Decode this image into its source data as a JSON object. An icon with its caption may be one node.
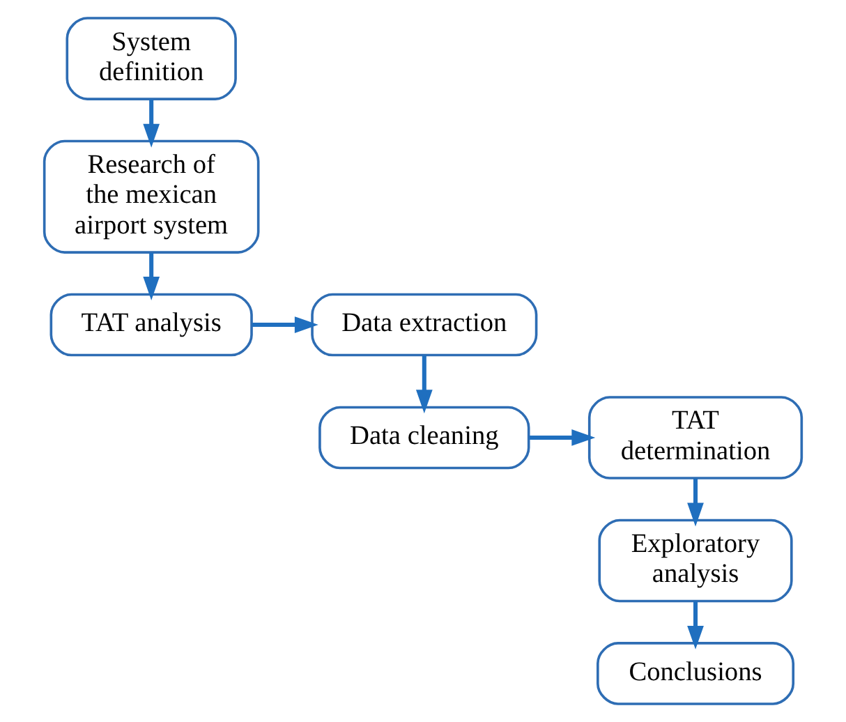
{
  "diagram": {
    "nodes": [
      {
        "text": [
          "System definition"
        ]
      },
      {
        "text": [
          "Research of the mexican airport system"
        ]
      },
      {
        "text": [
          "TAT analysis"
        ]
      },
      {
        "text": [
          "Data extraction"
        ]
      },
      {
        "text": [
          "Data cleaning"
        ]
      },
      {
        "text": [
          "TAT determination"
        ]
      },
      {
        "text": [
          "Exploratory analysis"
        ]
      },
      {
        "text": [
          "Conclusions"
        ]
      }
    ],
    "edges": [
      {
        "from": 0,
        "to": 1,
        "arrow": "to"
      },
      {
        "from": 1,
        "to": 2,
        "arrow": "to"
      },
      {
        "from": 2,
        "to": 3,
        "arrow": "to"
      },
      {
        "from": 3,
        "to": 4,
        "arrow": "to"
      },
      {
        "from": 4,
        "to": 5,
        "arrow": "to"
      },
      {
        "from": 5,
        "to": 6,
        "arrow": "to"
      },
      {
        "from": 6,
        "to": 7,
        "arrow": "to"
      }
    ]
  }
}
